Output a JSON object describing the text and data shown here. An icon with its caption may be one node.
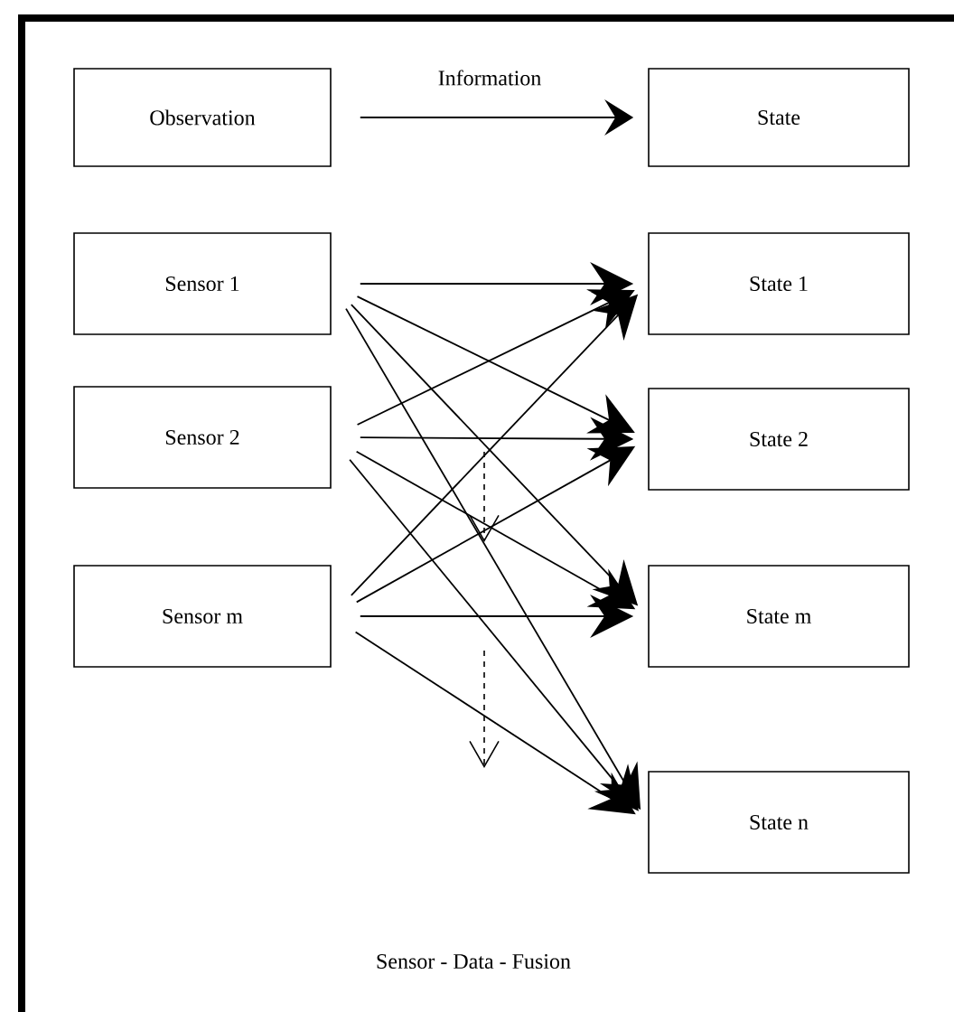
{
  "diagram": {
    "caption": "Sensor - Data - Fusion",
    "nodes": [
      {
        "text": [
          "Observation"
        ]
      },
      {
        "text": [
          "State"
        ]
      },
      {
        "text": [
          "Sensor 1"
        ]
      },
      {
        "text": [
          "Sensor 2"
        ]
      },
      {
        "text": [
          "Sensor m"
        ]
      },
      {
        "text": [
          "State 1"
        ]
      },
      {
        "text": [
          "State 2"
        ]
      },
      {
        "text": [
          "State m"
        ]
      },
      {
        "text": [
          "State n"
        ]
      }
    ],
    "edges": [
      {
        "from": 0,
        "to": 1,
        "arrow": "to",
        "label": "Information"
      },
      {
        "from": 2,
        "to": 5,
        "arrow": "to"
      },
      {
        "from": 2,
        "to": 6,
        "arrow": "to"
      },
      {
        "from": 2,
        "to": 7,
        "arrow": "to"
      },
      {
        "from": 2,
        "to": 8,
        "arrow": "to"
      },
      {
        "from": 3,
        "to": 5,
        "arrow": "to"
      },
      {
        "from": 3,
        "to": 6,
        "arrow": "to"
      },
      {
        "from": 3,
        "to": 7,
        "arrow": "to"
      },
      {
        "from": 3,
        "to": 8,
        "arrow": "to"
      },
      {
        "from": 4,
        "to": 5,
        "arrow": "to"
      },
      {
        "from": 4,
        "to": 6,
        "arrow": "to"
      },
      {
        "from": 4,
        "to": 7,
        "arrow": "to"
      },
      {
        "from": 4,
        "to": 8,
        "arrow": "to"
      }
    ]
  }
}
